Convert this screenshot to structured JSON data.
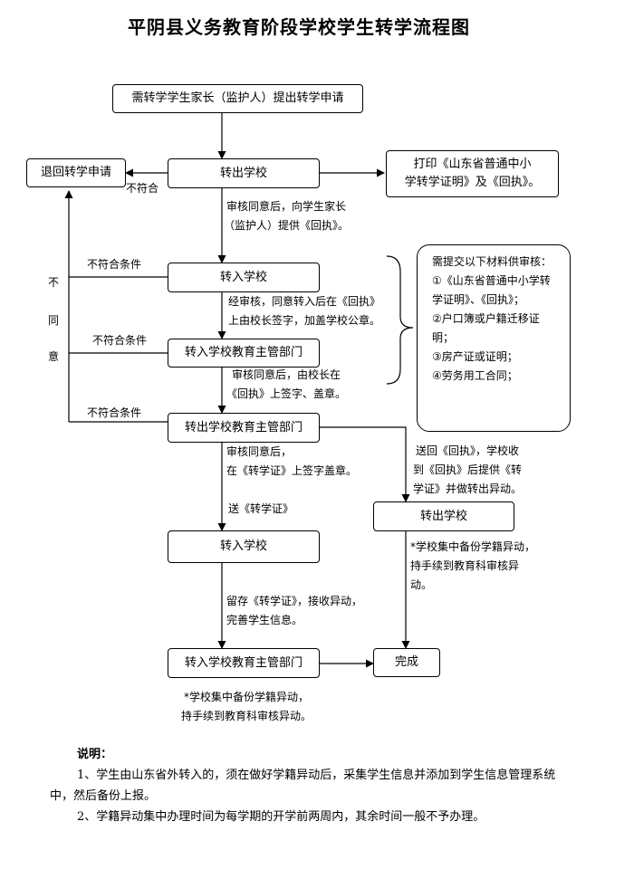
{
  "title": "平阴县义务教育阶段学校学生转学流程图",
  "nodes": {
    "start": "需转学学生家长（监护人）提出转学申请",
    "reject": "退回转学申请",
    "out_school_1": "转出学校",
    "print": "打印《山东省普通中小\n学转学证明》及《回执》。",
    "in_school_1": "转入学校",
    "in_dept_1": "转入学校教育主管部门",
    "out_dept": "转出学校教育主管部门",
    "in_school_2": "转入学校",
    "out_school_2": "转出学校",
    "in_dept_2": "转入学校教育主管部门",
    "done": "完成"
  },
  "materials": {
    "title": "需提交以下材料供审核：",
    "items": [
      "①《山东省普通中小学转学证明》、《回执》；",
      "②户口簿或户籍迁移证明；",
      "③房产证或证明；",
      "④劳务用工合同；"
    ]
  },
  "labels": {
    "not_meet": "不符合",
    "not_meet_cond_1": "不符合条件",
    "not_meet_cond_2": "不符合条件",
    "not_meet_cond_3": "不符合条件",
    "disagree_1": "不",
    "disagree_2": "同",
    "disagree_3": "意",
    "step1": "审核同意后，向学生家长\n（监护人）提供《回执》。",
    "step2": "经审核，同意转入后在《回执》\n上由校长签字，加盖学校公章。",
    "step3": "审核同意后，由校长在\n《回执》上签字、盖章。",
    "step4": "审核同意后，\n在《转学证》上签字盖章。",
    "step5": "送回《回执》，学校收\n到《回执》后提供《转\n学证》并做转出异动。",
    "step6": "送《转学证》",
    "step7": "*学校集中备份学籍异动，\n持手续到教育科审核异\n动。",
    "step8": "留存《转学证》，接收异动，\n完善学生信息。",
    "step9": "*学校集中备份学籍异动，\n持手续到教育科审核异动。"
  },
  "notes": {
    "heading": "说明：",
    "items": [
      "1、学生由山东省外转入的，须在做好学籍异动后，采集学生信息并添加到学生信息管理系统中，然后备份上报。",
      "2、学籍异动集中办理时间为每学期的开学前两周内，其余时间一般不予办理。"
    ]
  }
}
